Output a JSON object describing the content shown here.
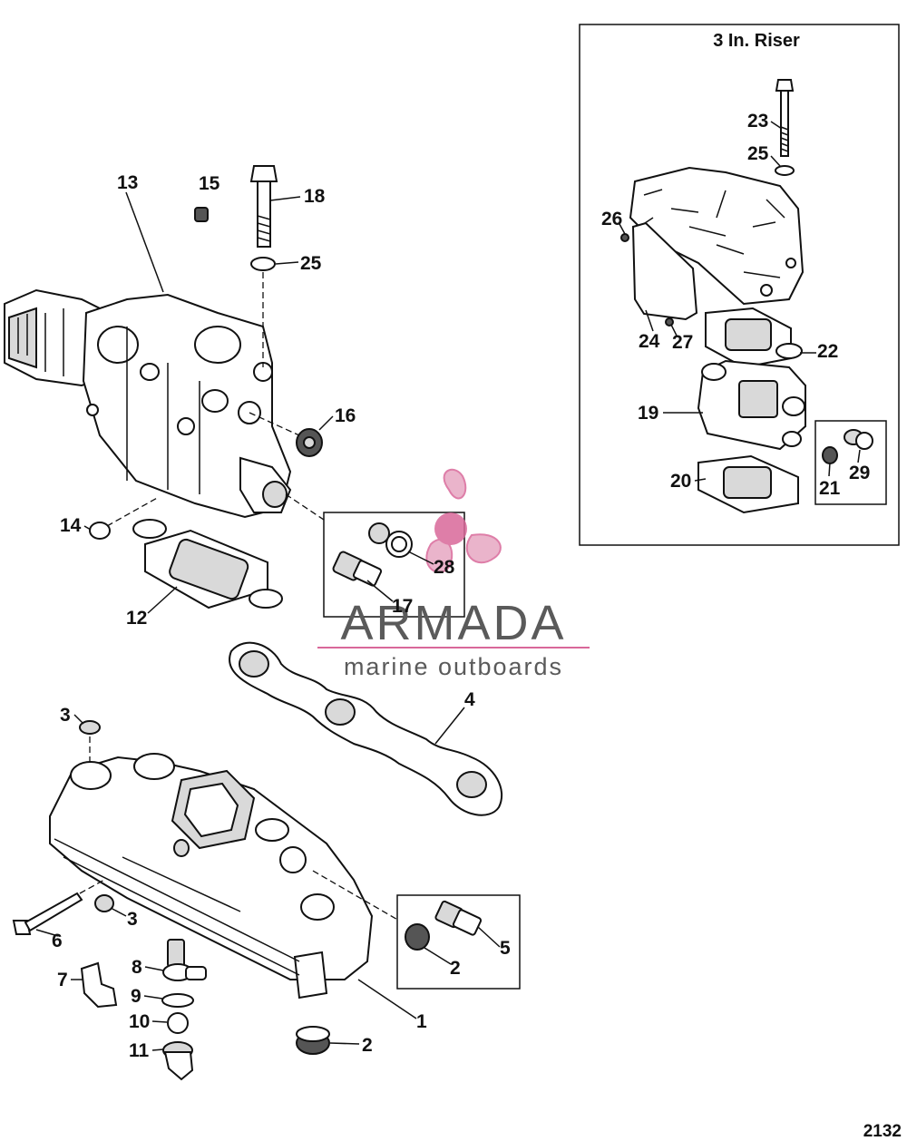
{
  "inset": {
    "title": "3 In. Riser"
  },
  "callouts": {
    "c1": "1",
    "c2a": "2",
    "c2b": "2",
    "c3a": "3",
    "c3b": "3",
    "c4": "4",
    "c5": "5",
    "c6": "6",
    "c7": "7",
    "c8": "8",
    "c9": "9",
    "c10": "10",
    "c11": "11",
    "c12": "12",
    "c13": "13",
    "c14": "14",
    "c15": "15",
    "c16": "16",
    "c17": "17",
    "c18": "18",
    "c19": "19",
    "c20": "20",
    "c21": "21",
    "c22": "22",
    "c23": "23",
    "c24": "24",
    "c25a": "25",
    "c25b": "25",
    "c26": "26",
    "c27": "27",
    "c28": "28",
    "c29": "29"
  },
  "watermark": {
    "brand": "ARMADA",
    "tagline": "marine outboards",
    "accent_color": "#d9689a"
  },
  "figure_number": "2132"
}
